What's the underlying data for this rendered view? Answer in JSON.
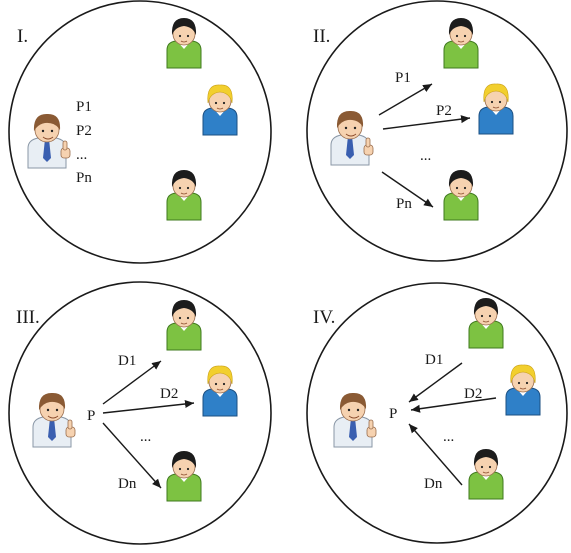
{
  "panels": [
    {
      "label": "I.",
      "messages": [
        "P1",
        "P2",
        "...",
        "Pn"
      ]
    },
    {
      "label": "II.",
      "messages": [
        "P1",
        "P2",
        "Pn"
      ],
      "ellipsis": "..."
    },
    {
      "label": "III.",
      "center": "P",
      "messages": [
        "D1",
        "D2",
        "Dn"
      ],
      "ellipsis": "..."
    },
    {
      "label": "IV.",
      "center": "P",
      "messages": [
        "D1",
        "D2",
        "Dn"
      ],
      "ellipsis": "..."
    }
  ],
  "colors": {
    "green_shirt": "#7dc242",
    "blue_shirt": "#2f80c8",
    "black_hair": "#1c1c1c",
    "blond_hair": "#f2cf2e",
    "brown_hair": "#8a5a34",
    "skin": "#f6d2b0"
  },
  "icons": [
    "person-black-hair-green-shirt",
    "person-blond-hair-blue-shirt",
    "businessman-thumbs-up"
  ]
}
